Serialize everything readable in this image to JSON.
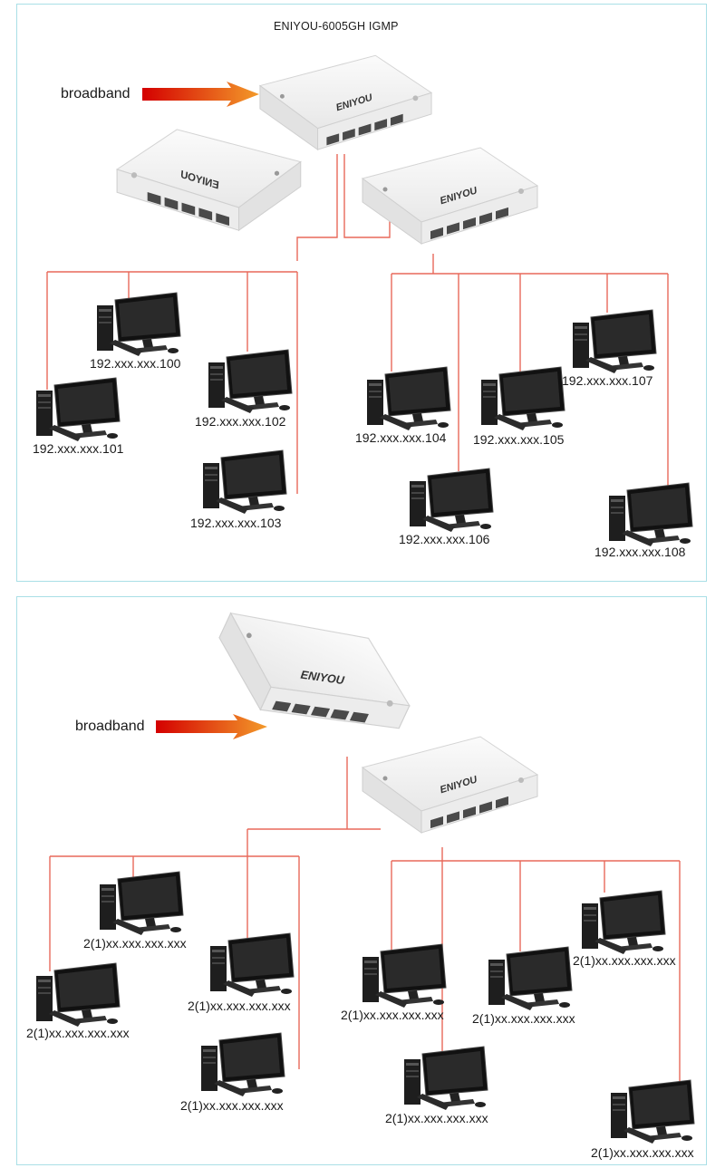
{
  "diagram1": {
    "title": "ENIYOU-6005GH IGMP",
    "input_label": "broadband",
    "brand": "ENIYOU",
    "computers": [
      {
        "label": "192.xxx.xxx.100"
      },
      {
        "label": "192.xxx.xxx.101"
      },
      {
        "label": "192.xxx.xxx.102"
      },
      {
        "label": "192.xxx.xxx.103"
      },
      {
        "label": "192.xxx.xxx.104"
      },
      {
        "label": "192.xxx.xxx.105"
      },
      {
        "label": "192.xxx.xxx.106"
      },
      {
        "label": "192.xxx.xxx.107"
      },
      {
        "label": "192.xxx.xxx.108"
      }
    ]
  },
  "diagram2": {
    "input_label": "broadband",
    "brand": "ENIYOU",
    "computers": [
      {
        "label": "2(1)xx.xxx.xxx.xxx"
      },
      {
        "label": "2(1)xx.xxx.xxx.xxx"
      },
      {
        "label": "2(1)xx.xxx.xxx.xxx"
      },
      {
        "label": "2(1)xx.xxx.xxx.xxx"
      },
      {
        "label": "2(1)xx.xxx.xxx.xxx"
      },
      {
        "label": "2(1)xx.xxx.xxx.xxx"
      },
      {
        "label": "2(1)xx.xxx.xxx.xxx"
      },
      {
        "label": "2(1)xx.xxx.xxx.xxx"
      },
      {
        "label": "2(1)xx.xxx.xxx.xxx"
      }
    ]
  },
  "colors": {
    "cable": "#e8695a",
    "border": "#a9dfe6",
    "arrow_start": "#d40000",
    "arrow_end": "#f39a2a"
  }
}
